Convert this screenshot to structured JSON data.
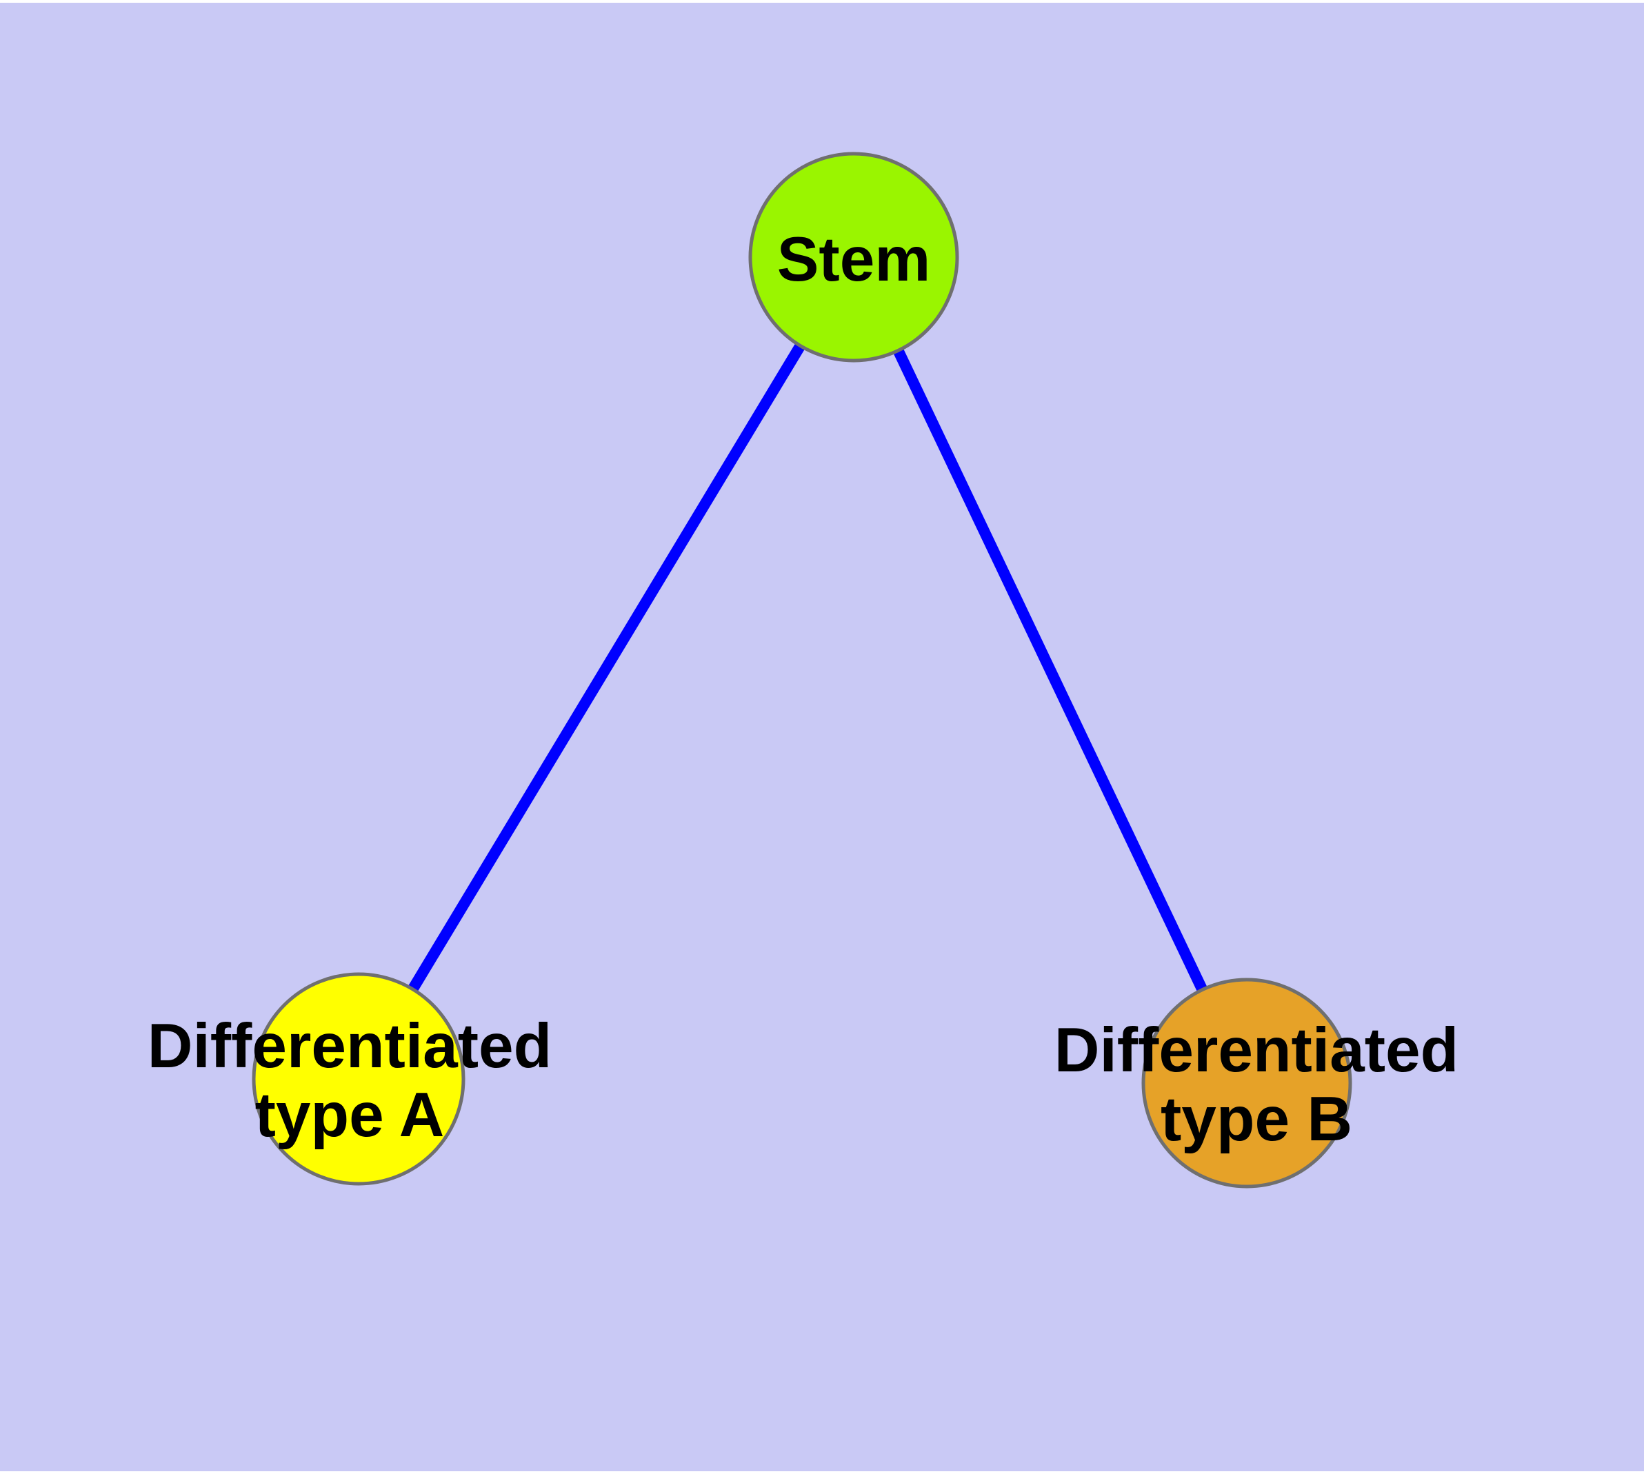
{
  "canvas": {
    "background_color": "#C9C9F5",
    "page_margin_color": "#FFFFFF"
  },
  "styles": {
    "edge_color": "#0000FF",
    "node_border_color": "#6F6F6F",
    "label_color": "#000000"
  },
  "nodes": [
    {
      "id": "stem",
      "label": "Stem",
      "line1": "Stem",
      "line2": "",
      "fill": "#9AF500"
    },
    {
      "id": "differentiated-type-a",
      "label": "Differentiated type A",
      "line1": "Differentiated",
      "line2": "type A",
      "fill": "#FFFF00"
    },
    {
      "id": "differentiated-type-b",
      "label": "Differentiated type B",
      "line1": "Differentiated",
      "line2": "type B",
      "fill": "#E6A228"
    }
  ],
  "edges": [
    {
      "from": "Stem",
      "to": "Differentiated type A"
    },
    {
      "from": "Stem",
      "to": "Differentiated type B"
    }
  ]
}
